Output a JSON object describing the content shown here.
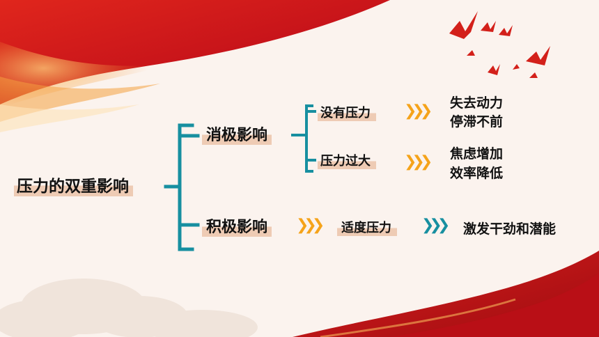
{
  "colors": {
    "bracket": "#178fa0",
    "arrow_orange": "#f5a31a",
    "arrow_teal": "#178fa0",
    "banner_red": "#c8141a",
    "highlight": "#ecc4aa"
  },
  "root": {
    "label": "压力的双重影响"
  },
  "negative": {
    "label": "消极影响",
    "children": [
      {
        "label": "没有压力",
        "result": [
          "失去动力",
          "停滞不前"
        ]
      },
      {
        "label": "压力过大",
        "result": [
          "焦虑增加",
          "效率降低"
        ]
      }
    ]
  },
  "positive": {
    "label": "积极影响",
    "child": {
      "label": "适度压力",
      "result": "激发干劲和潜能"
    }
  },
  "icons": {
    "arrow": "triple-chevron-right-icon",
    "decoration": "doves-icon"
  }
}
